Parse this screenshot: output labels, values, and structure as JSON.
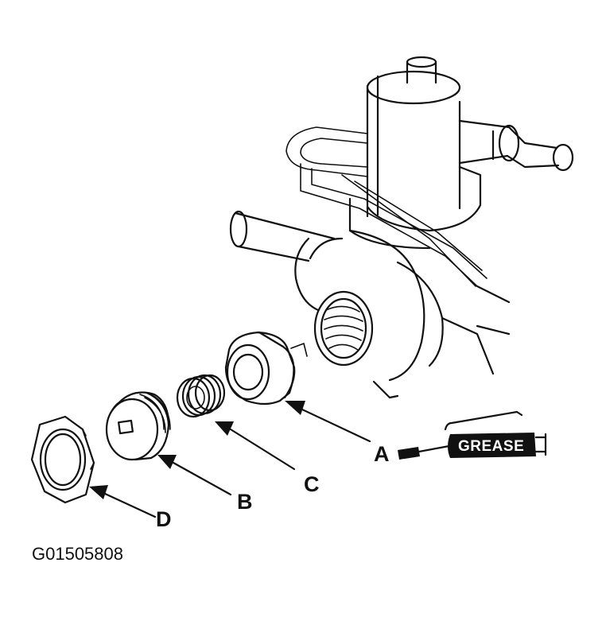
{
  "figure_id": "G01505808",
  "grease_label": "GREASE",
  "callouts": {
    "a": "A",
    "b": "B",
    "c": "C",
    "d": "D"
  },
  "colors": {
    "ink": "#111111",
    "background": "#ffffff"
  }
}
